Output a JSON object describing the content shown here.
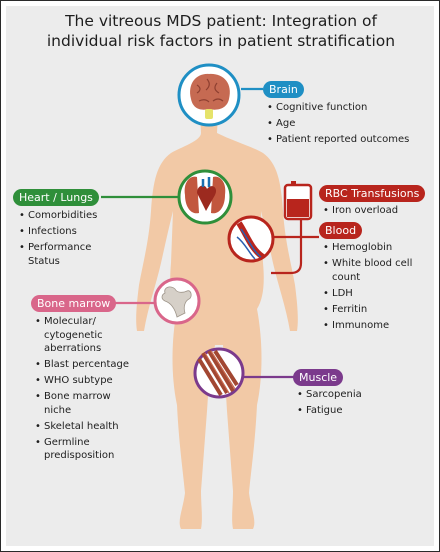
{
  "title": {
    "line1": "The vitreous MDS patient: Integration of",
    "line2": "individual risk factors in patient stratification"
  },
  "colors": {
    "brain": "#1f8fc4",
    "heart_lungs": "#2f8f3a",
    "transfusions": "#b8251d",
    "blood": "#b8251d",
    "bone_marrow": "#d9668a",
    "muscle": "#7b3a8c",
    "skin": "#f2c9a6",
    "background": "#ececec"
  },
  "icons": {
    "brain": "brain-icon",
    "heart_lungs": "heart-lungs-icon",
    "transfusions": "blood-bag-icon",
    "blood": "blood-vessel-icon",
    "bone_marrow": "bone-joint-icon",
    "muscle": "muscle-fiber-icon"
  },
  "sections": {
    "brain": {
      "label": "Brain",
      "items": [
        "Cognitive function",
        "Age",
        "Patient reported outcomes"
      ]
    },
    "heart_lungs": {
      "label": "Heart / Lungs",
      "items": [
        "Comorbidities",
        "Infections",
        "Performance Status"
      ]
    },
    "transfusions": {
      "label": "RBC Transfusions",
      "items": [
        "Iron overload"
      ]
    },
    "blood": {
      "label": "Blood",
      "items": [
        "Hemoglobin",
        "White blood cell count",
        "LDH",
        "Ferritin",
        "Immunome"
      ]
    },
    "bone_marrow": {
      "label": "Bone marrow",
      "items": [
        "Molecular/ cytogenetic aberrations",
        "Blast percentage",
        "WHO subtype",
        "Bone marrow niche",
        "Skeletal health",
        "Germline predisposition"
      ]
    },
    "muscle": {
      "label": "Muscle",
      "items": [
        "Sarcopenia",
        "Fatigue"
      ]
    }
  }
}
